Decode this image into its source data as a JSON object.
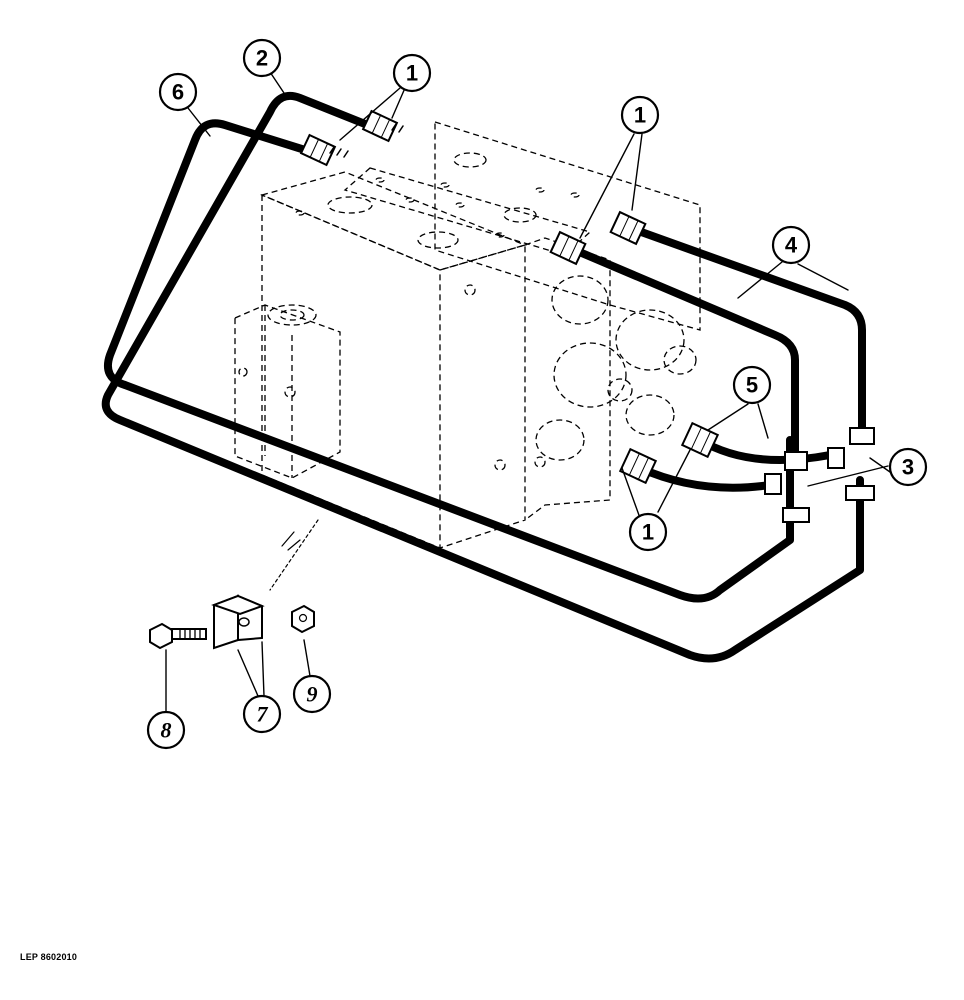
{
  "figure_id": "LEP 8602010",
  "callouts": {
    "c1a": "1",
    "c1b": "1",
    "c1c": "1",
    "c2": "2",
    "c3": "3",
    "c4": "4",
    "c5": "5",
    "c6": "6",
    "c7": "7",
    "c8": "8",
    "c9": "9"
  }
}
